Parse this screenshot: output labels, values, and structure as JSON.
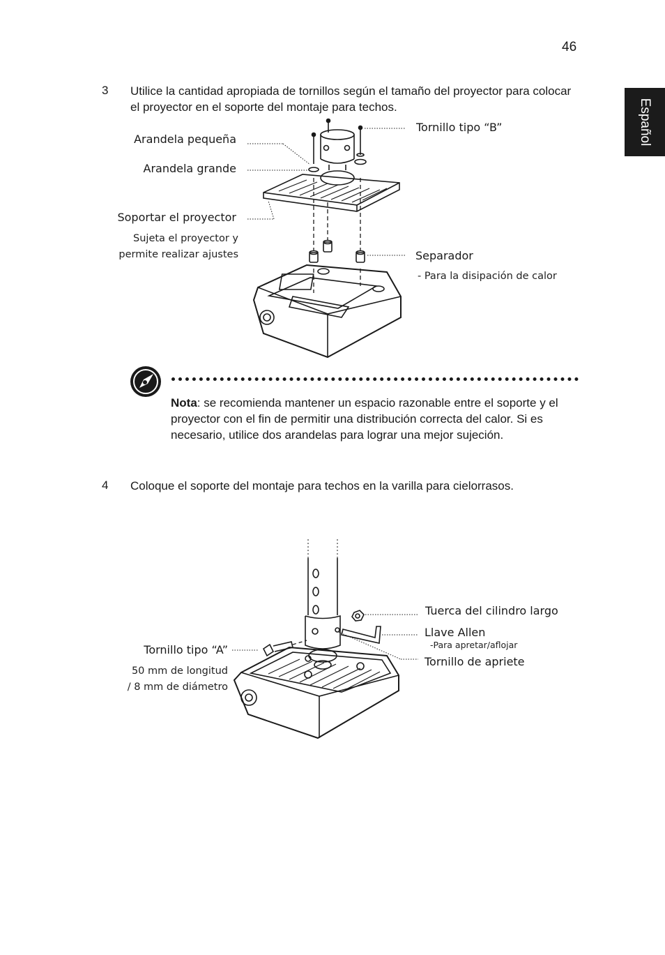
{
  "header": {
    "page_number": "46",
    "language_tab": "Español"
  },
  "steps": [
    {
      "number": "3",
      "text": "Utilice la cantidad apropiada de tornillos según el tamaño del proyector para colocar el proyector en el soporte del montaje para techos."
    },
    {
      "number": "4",
      "text": "Coloque el soporte del montaje para techos en la varilla para cielorrasos."
    }
  ],
  "figure1": {
    "labels": {
      "arandela_pequena": "Arandela pequeña",
      "arandela_grande": "Arandela grande",
      "soportar": "Soportar el proyector",
      "soportar_desc_1": "Sujeta el proyector y",
      "soportar_desc_2": "permite realizar ajustes",
      "tornillo_b": "Tornillo tipo “B”",
      "separador": "Separador",
      "separador_desc": "- Para la disipación de calor"
    }
  },
  "note": {
    "bold_label": "Nota",
    "text": ": se recomienda mantener un espacio razonable entre el soporte y el proyector con el fin de permitir una distribución correcta del calor. Si es necesario, utilice dos arandelas para lograr una mejor sujeción."
  },
  "figure2": {
    "labels": {
      "tuerca": "Tuerca del cilindro largo",
      "llave_allen": "Llave Allen",
      "llave_allen_desc": "-Para apretar/aflojar",
      "tornillo_apriete": "Tornillo de apriete",
      "tornillo_a": "Tornillo tipo “A”",
      "tornillo_a_desc_1": "50 mm de longitud",
      "tornillo_a_desc_2": "/ 8 mm de diámetro"
    }
  }
}
